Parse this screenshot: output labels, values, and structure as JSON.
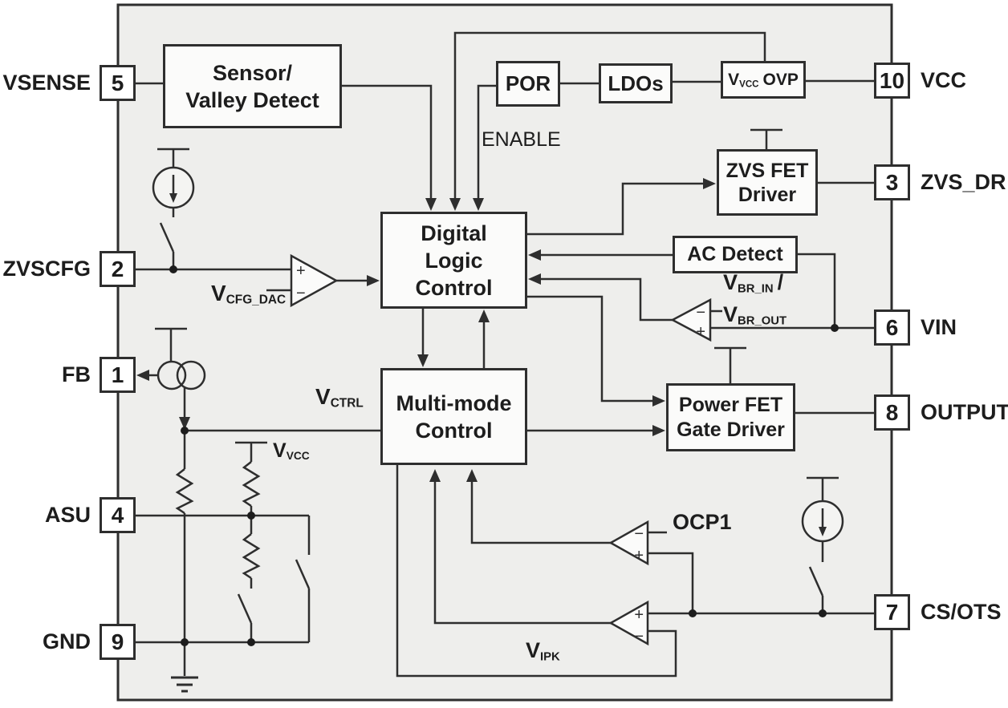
{
  "diagram_title": "IC functional block diagram",
  "colors": {
    "line": "#2e2e2e",
    "chip_fill": "#eeeeec",
    "block_fill": "#fbfbfa",
    "page_bg": "#ffffff"
  },
  "pins": {
    "left": [
      {
        "num": "5",
        "label": "VSENSE"
      },
      {
        "num": "2",
        "label": "ZVSCFG"
      },
      {
        "num": "1",
        "label": "FB"
      },
      {
        "num": "4",
        "label": "ASU"
      },
      {
        "num": "9",
        "label": "GND"
      }
    ],
    "right": [
      {
        "num": "10",
        "label": "VCC"
      },
      {
        "num": "3",
        "label": "ZVS_DR"
      },
      {
        "num": "6",
        "label": "VIN"
      },
      {
        "num": "8",
        "label": "OUTPUT"
      },
      {
        "num": "7",
        "label": "CS/OTS"
      }
    ]
  },
  "blocks": {
    "sensor": {
      "line1": "Sensor/",
      "line2": "Valley Detect"
    },
    "por": {
      "label": "POR"
    },
    "ldos": {
      "label": "LDOs"
    },
    "ovp": {
      "v": "V",
      "sub": "VCC",
      "rest": "OVP"
    },
    "zvs_driver": {
      "line1": "ZVS FET",
      "line2": "Driver"
    },
    "ac_detect": {
      "label": "AC Detect"
    },
    "dlc": {
      "line1": "Digital",
      "line2": "Logic",
      "line3": "Control"
    },
    "mmc": {
      "line1": "Multi-mode",
      "line2": "Control"
    },
    "pfgd": {
      "line1": "Power FET",
      "line2": "Gate Driver"
    }
  },
  "labels": {
    "enable": "ENABLE",
    "vcfg": {
      "v": "V",
      "sub": "CFG_DAC"
    },
    "vctrl": {
      "v": "V",
      "sub": "CTRL"
    },
    "vvcc": {
      "v": "V",
      "sub": "VCC"
    },
    "vbr": {
      "v": "V",
      "sub_in": "BR_IN",
      "sep": "/",
      "sub_out": "BR_OUT"
    },
    "ocp1": "OCP1",
    "vipk": {
      "v": "V",
      "sub": "IPK"
    }
  },
  "signs": {
    "plus": "+",
    "minus": "−"
  }
}
